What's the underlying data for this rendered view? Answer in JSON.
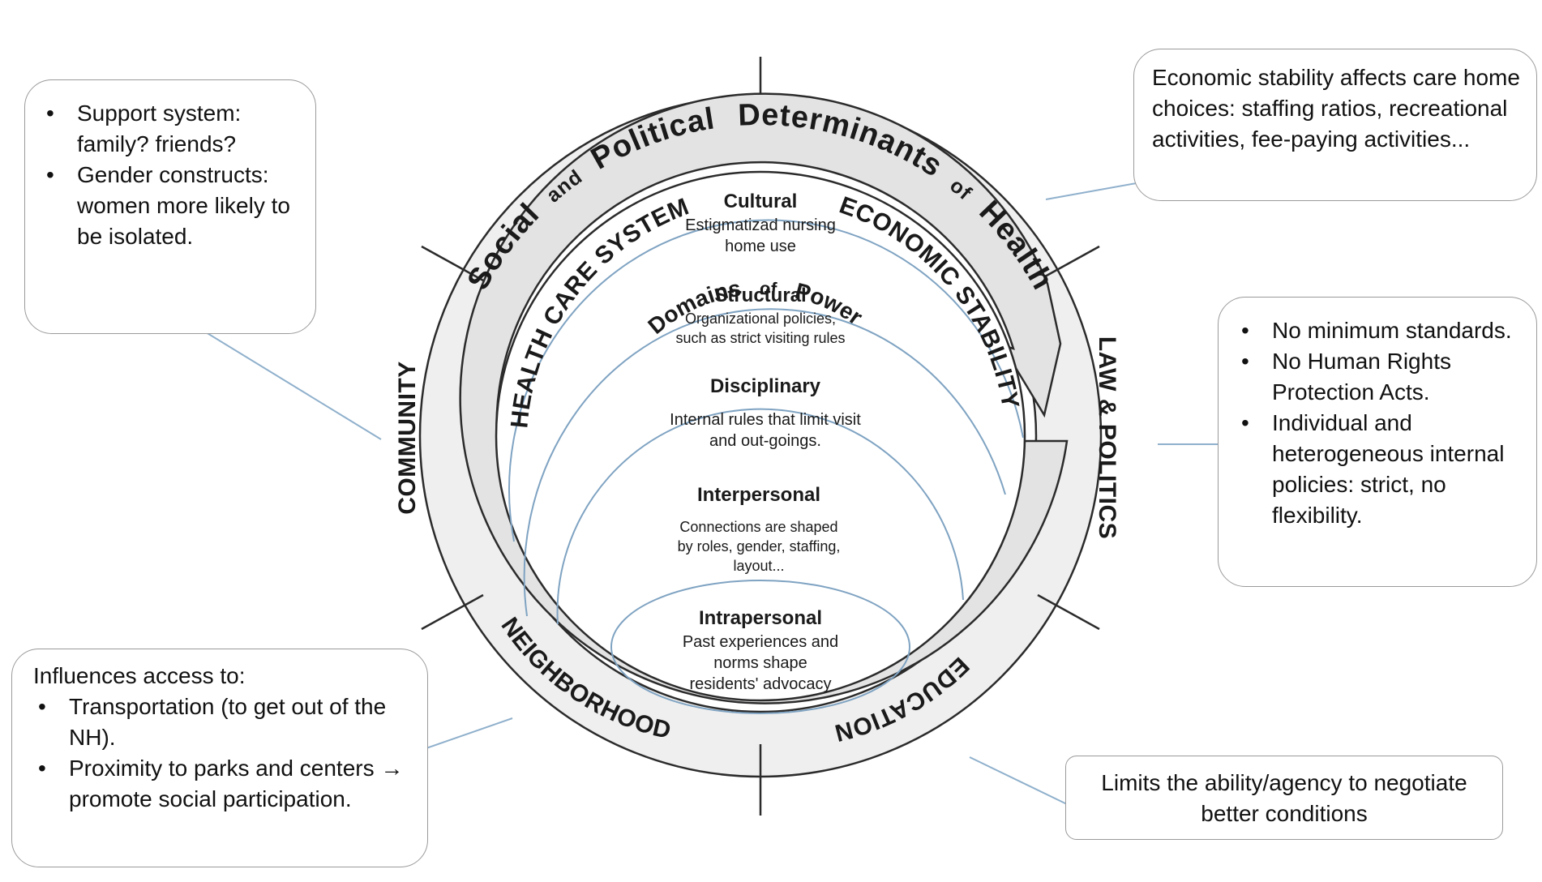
{
  "outer_ring": {
    "title_words": [
      "Social",
      "and",
      "Political",
      "Determinants",
      "of",
      "Health"
    ]
  },
  "sectors": {
    "health_care_system": "HEALTH CARE SYSTEM",
    "economic_stability": "ECONOMIC STABILITY",
    "law_politics": "LAW & POLITICS",
    "education": "EDUCATION",
    "neighborhood": "NEIGHBORHOOD",
    "community": "COMMUNITY"
  },
  "domains_ring": {
    "title_words": [
      "Domains",
      "of",
      "Power"
    ]
  },
  "layers": [
    {
      "title": "Cultural",
      "desc": [
        "Estigmatizad nursing",
        "home use"
      ]
    },
    {
      "title": "Structural",
      "desc": [
        "Organizational policies,",
        "such as strict visiting rules"
      ]
    },
    {
      "title": "Disciplinary",
      "desc": [
        "Internal rules that limit visit",
        "and out-goings."
      ]
    },
    {
      "title": "Interpersonal",
      "desc": [
        "Connections are shaped",
        "by roles, gender, staffing,",
        "layout..."
      ]
    },
    {
      "title": "Intrapersonal",
      "desc": [
        "Past experiences and",
        "norms shape",
        "residents' advocacy"
      ]
    }
  ],
  "callouts": {
    "community": {
      "bullets": [
        "Support system: family? friends?",
        "Gender constructs: women more likely to be isolated."
      ]
    },
    "economic": {
      "text": "Economic stability affects care home choices: staffing ratios, recreational activities, fee-paying activities..."
    },
    "law": {
      "bullets": [
        "No minimum standards.",
        "No Human Rights Protection Acts.",
        "Individual and heterogeneous internal policies: strict, no flexibility."
      ]
    },
    "neighborhood": {
      "intro": "Influences access to:",
      "bullets": [
        "Transportation (to get out of the NH).",
        "Proximity to parks and centers → promote social participation."
      ]
    },
    "education": {
      "text": "Limits the ability/agency to negotiate better conditions"
    }
  },
  "colors": {
    "ring_fill": "#efefef",
    "arrow_fill": "#e3e3e3",
    "outline": "#2b2b2b",
    "layer_arc": "#7fa3c2",
    "connector": "#8fb0cc"
  }
}
